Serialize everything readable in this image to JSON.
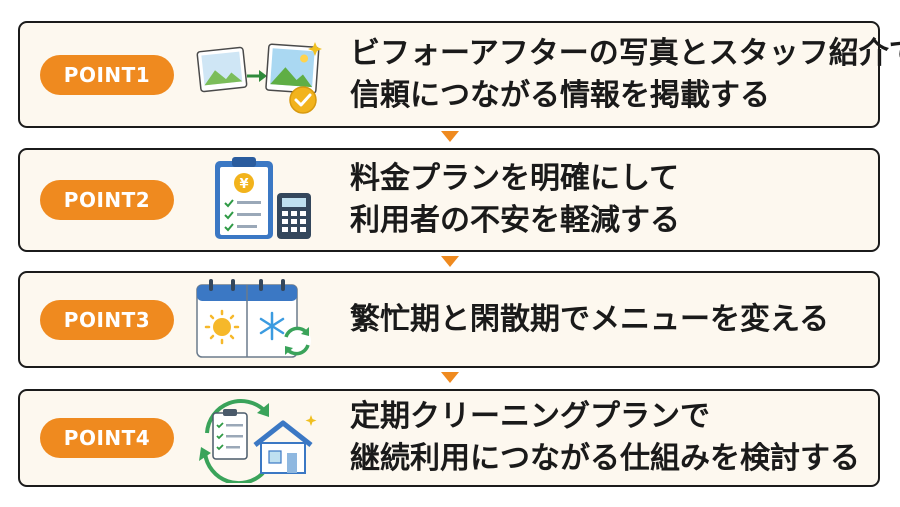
{
  "points": [
    {
      "badge": "POINT1",
      "line1": "ビフォーアフターの写真とスタッフ紹介で",
      "line2": "信頼につながる情報を掲載する",
      "icon": "before-after-photo-icon"
    },
    {
      "badge": "POINT2",
      "line1": "料金プランを明確にして",
      "line2": "利用者の不安を軽減する",
      "icon": "price-clipboard-calculator-icon"
    },
    {
      "badge": "POINT3",
      "line1": "繁忙期と閑散期でメニューを変える",
      "icon": "seasonal-calendar-icon"
    },
    {
      "badge": "POINT4",
      "line1": "定期クリーニングプランで",
      "line2": "継続利用につながる仕組みを検討する",
      "icon": "recurring-cleaning-house-icon"
    }
  ],
  "colors": {
    "accent": "#ef8a1f",
    "card_bg": "#fdf8ef",
    "border": "#1b1b1b",
    "text": "#1a1a1a"
  }
}
